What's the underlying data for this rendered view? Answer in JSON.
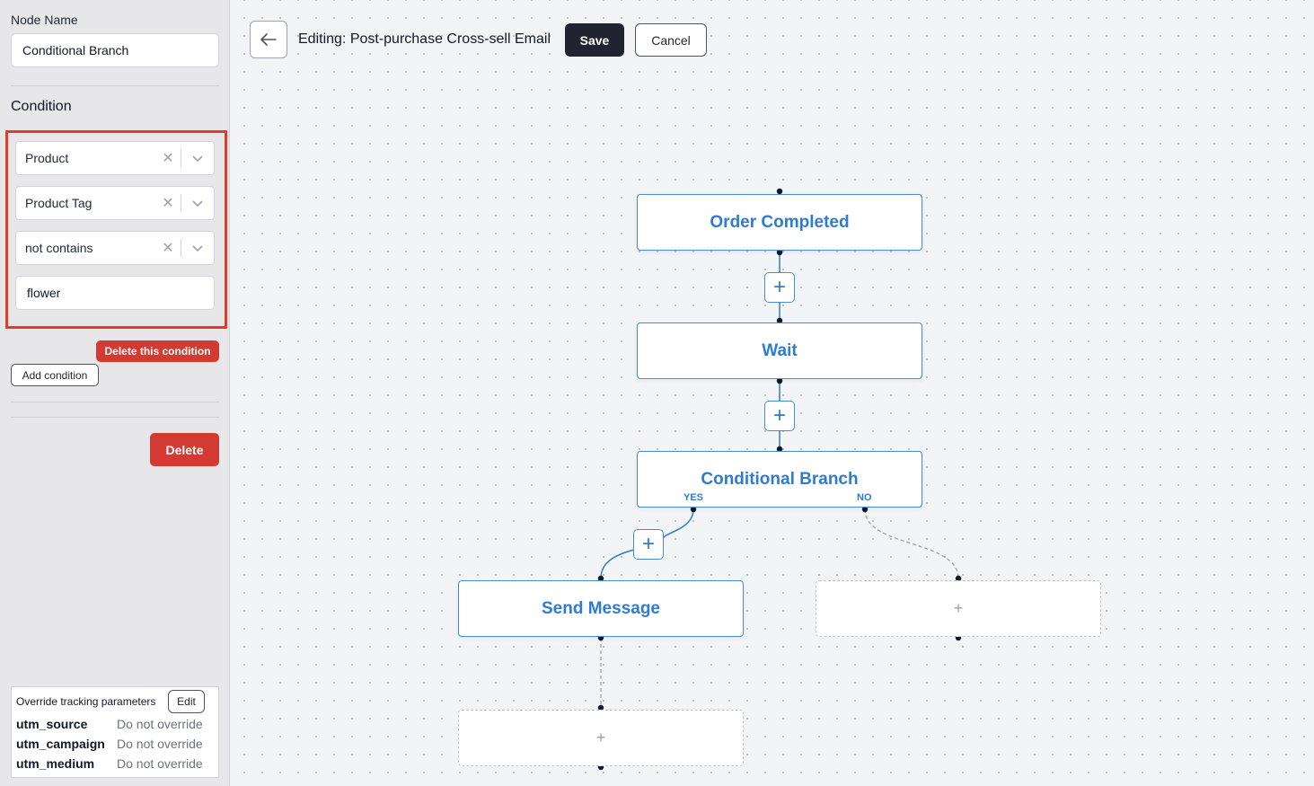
{
  "sidebar": {
    "node_name_label": "Node Name",
    "node_name_value": "Conditional Branch",
    "condition_title": "Condition",
    "condition": {
      "field": "Product",
      "attribute": "Product Tag",
      "operator": "not contains",
      "value": "flower"
    },
    "delete_condition_label": "Delete this condition",
    "add_condition_label": "Add condition",
    "delete_label": "Delete",
    "tracking": {
      "title": "Override tracking parameters",
      "edit_label": "Edit",
      "rows": [
        {
          "key": "utm_source",
          "value": "Do not override"
        },
        {
          "key": "utm_campaign",
          "value": "Do not override"
        },
        {
          "key": "utm_medium",
          "value": "Do not override"
        }
      ]
    }
  },
  "toolbar": {
    "title": "Editing: Post-purchase Cross-sell Email",
    "save_label": "Save",
    "cancel_label": "Cancel"
  },
  "flow": {
    "nodes": {
      "order_completed": "Order Completed",
      "wait": "Wait",
      "conditional_branch": "Conditional Branch",
      "send_message": "Send Message",
      "placeholder": "+"
    },
    "yes_label": "YES",
    "no_label": "NO",
    "plus": "+"
  },
  "colors": {
    "accent": "#2f7bd3",
    "danger": "#d33a31",
    "highlight": "#e53a29",
    "dark_button": "#1f2430"
  }
}
